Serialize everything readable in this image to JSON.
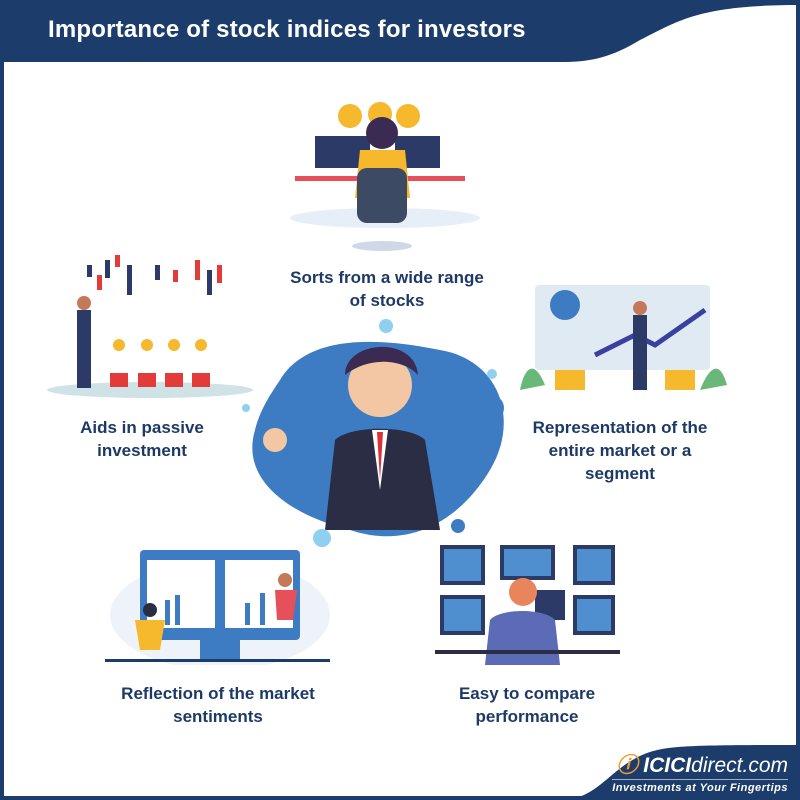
{
  "header": {
    "title": "Importance of stock indices for investors"
  },
  "points": [
    {
      "text": "Sorts from a wide range of stocks",
      "icon": "trader-desk-illustration"
    },
    {
      "text": "Aids in passive investment",
      "icon": "growing-plants-illustration"
    },
    {
      "text": "Representation of the entire market or a segment",
      "icon": "market-dashboard-illustration"
    },
    {
      "text": "Reflection of the market sentiments",
      "icon": "celebrating-investors-illustration"
    },
    {
      "text": "Easy to compare performance",
      "icon": "multi-monitor-illustration"
    }
  ],
  "logo": {
    "brand_bold": "ICICI",
    "brand_light": "direct.com",
    "tagline": "Investments at Your Fingertips"
  },
  "colors": {
    "navy": "#1c3d6b",
    "blob": "#3d7cc2",
    "dot": "#8fd0f0",
    "text": "#1d3a66"
  }
}
